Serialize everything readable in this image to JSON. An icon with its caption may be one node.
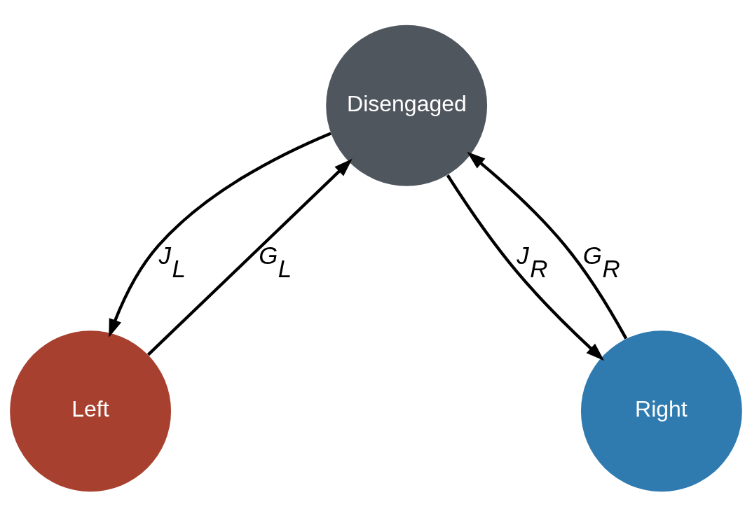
{
  "diagram": {
    "nodes": [
      {
        "text": [
          "Disengaged"
        ]
      },
      {
        "text": [
          "Left"
        ]
      },
      {
        "text": [
          "Right"
        ]
      }
    ],
    "edges": [
      {
        "from": 1,
        "to": 0,
        "arrow": "to",
        "label": "G$_{L}$"
      },
      {
        "from": 0,
        "to": 1,
        "arrow": "to",
        "label": "J$_{L}$"
      },
      {
        "from": 0,
        "to": 2,
        "arrow": "to",
        "label": "J$_{R}$"
      },
      {
        "from": 2,
        "to": 0,
        "arrow": "to",
        "label": "G$_{R}$"
      }
    ]
  }
}
